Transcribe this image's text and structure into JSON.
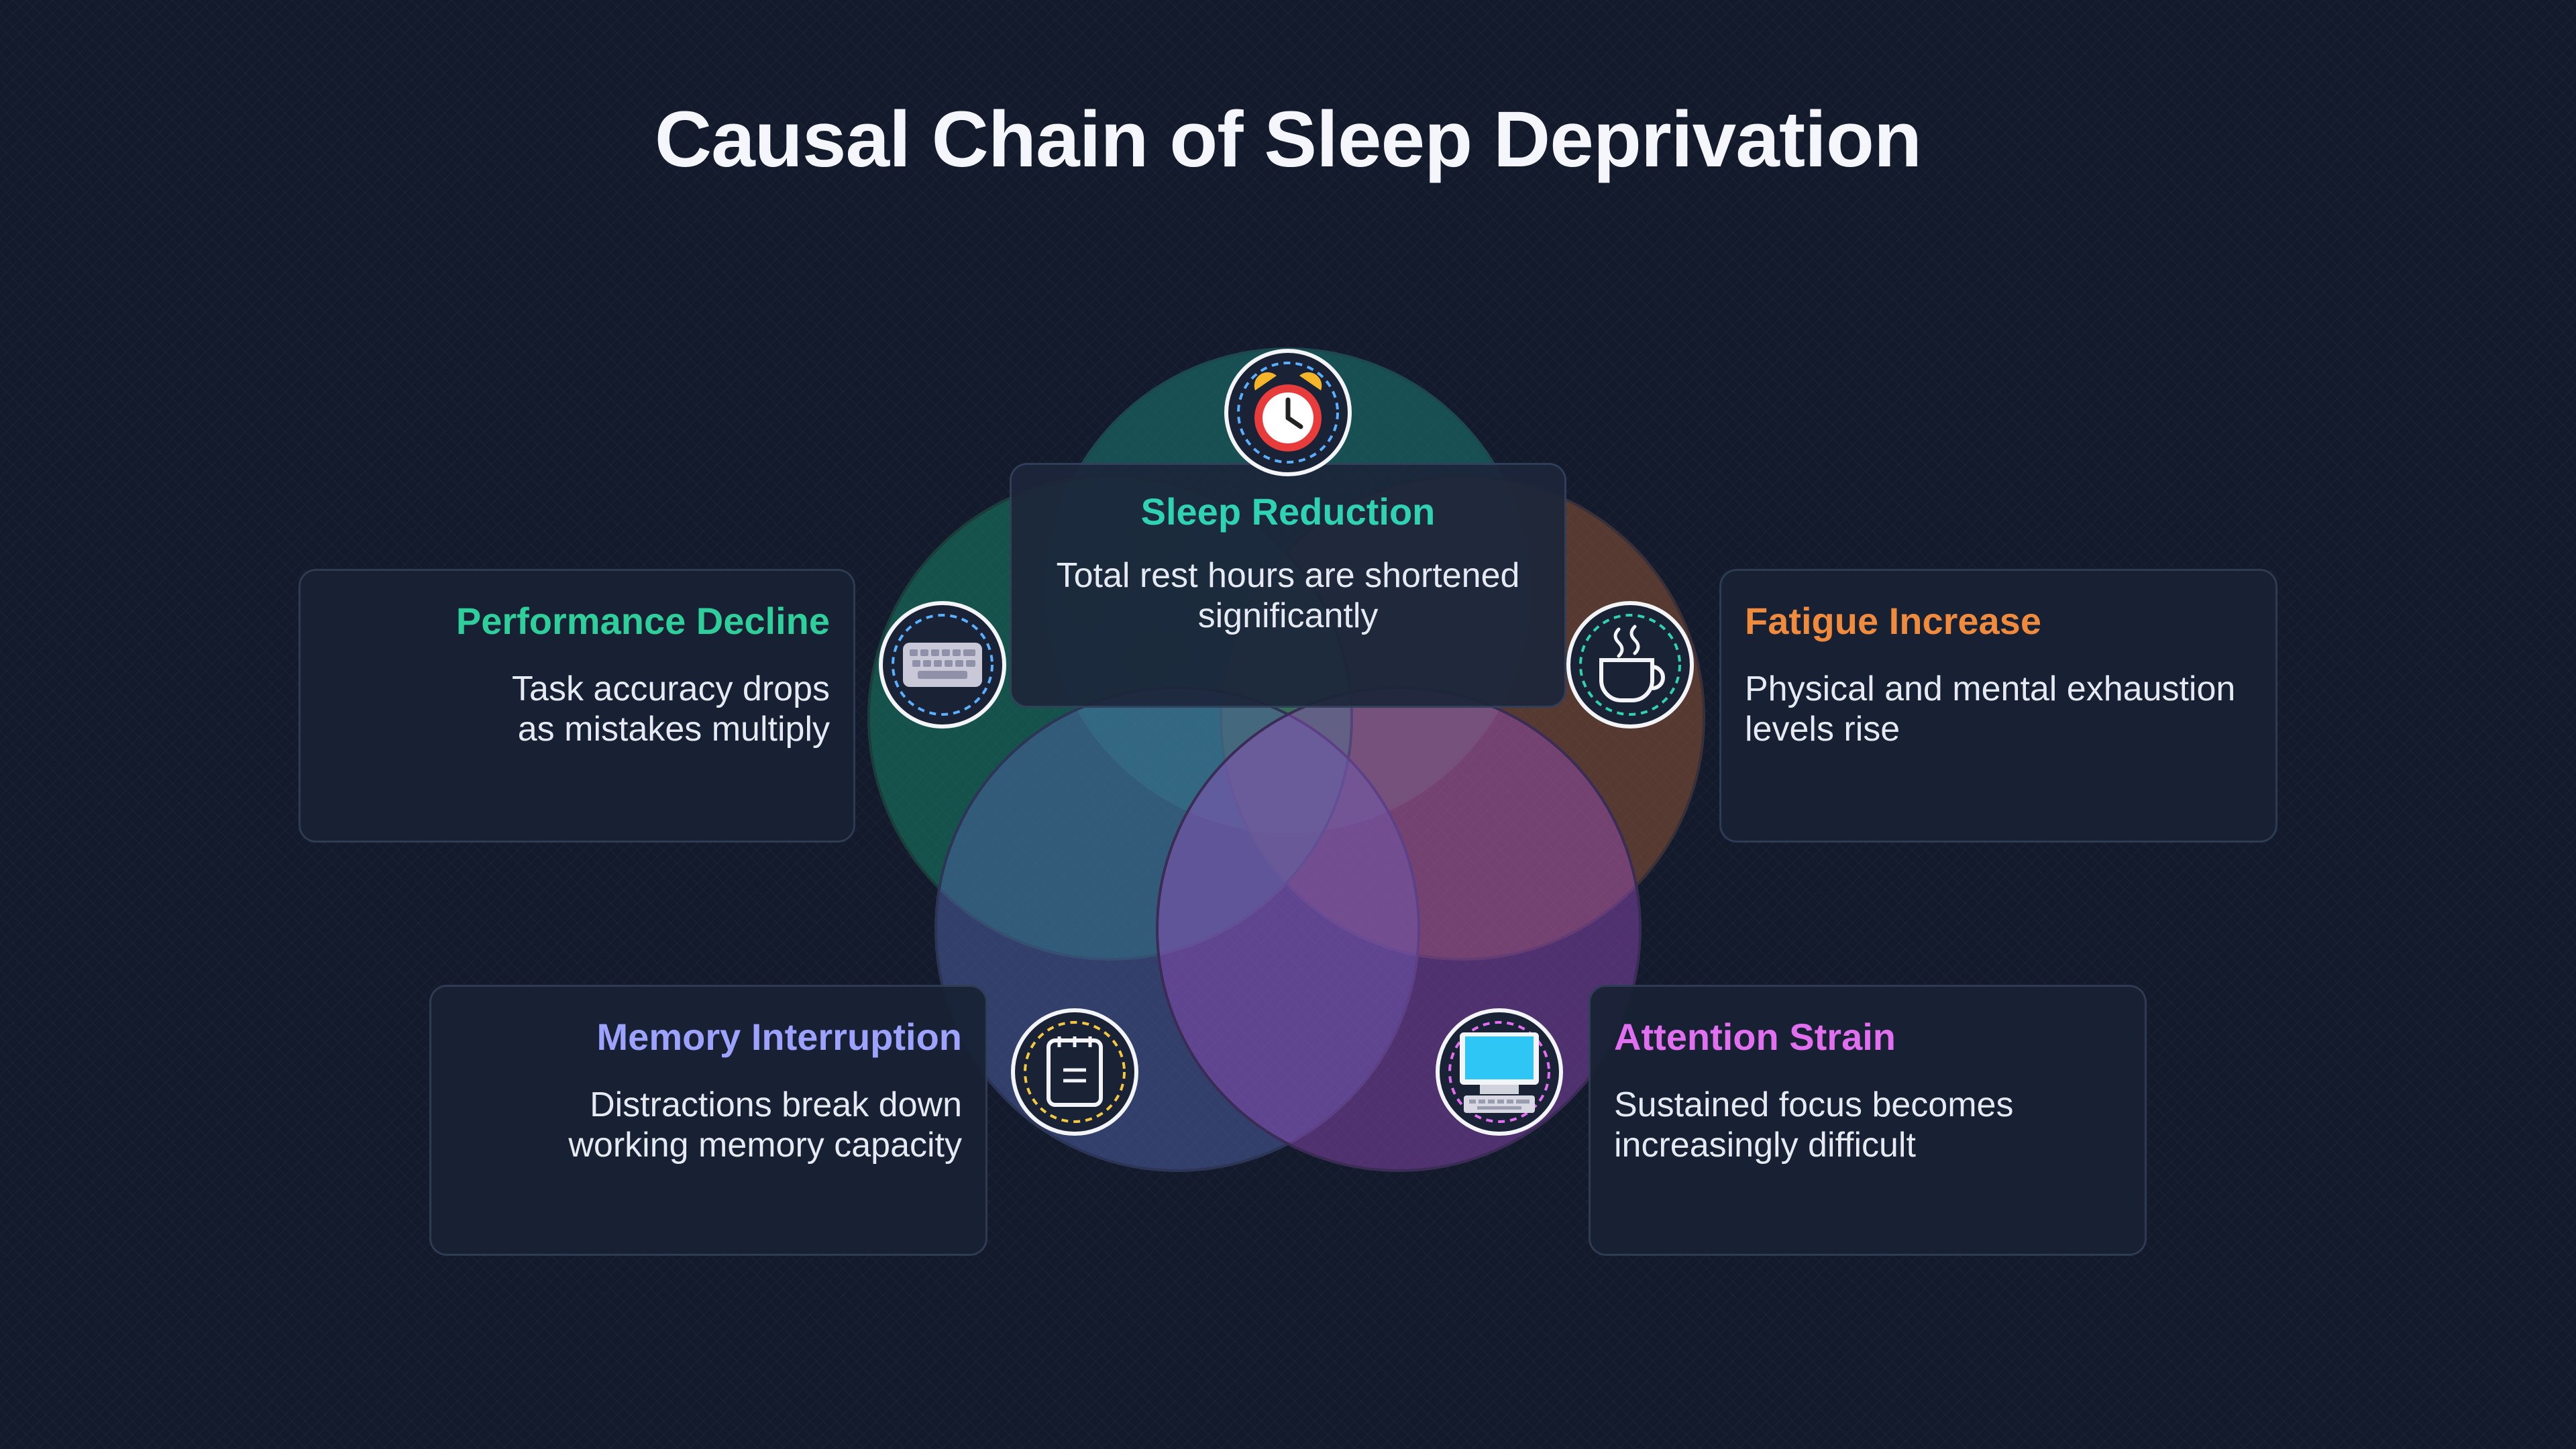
{
  "title": "Causal Chain of Sleep Deprivation",
  "colors": {
    "sleep": "#2fd3b3",
    "fatigue": "#f08a3c",
    "attention": "#e26ef0",
    "memory": "#9ea2ff",
    "performance": "#2ecf9a"
  },
  "nodes": {
    "sleep_reduction": {
      "title": "Sleep Reduction",
      "description_lines": [
        "Total rest hours are shortened",
        "significantly"
      ],
      "icon": "alarm-clock-icon"
    },
    "fatigue_increase": {
      "title": "Fatigue Increase",
      "description_lines": [
        "Physical and mental exhaustion",
        "levels rise"
      ],
      "icon": "coffee-cup-icon"
    },
    "attention_strain": {
      "title": "Attention Strain",
      "description_lines": [
        "Sustained focus becomes",
        "increasingly difficult"
      ],
      "icon": "computer-icon"
    },
    "memory_interruption": {
      "title": "Memory Interruption",
      "description_lines": [
        "Distractions break down",
        "working memory capacity"
      ],
      "icon": "notepad-icon"
    },
    "performance_decline": {
      "title": "Performance Decline",
      "description_lines": [
        "Task accuracy drops",
        "as mistakes multiply"
      ],
      "icon": "keyboard-icon"
    }
  }
}
